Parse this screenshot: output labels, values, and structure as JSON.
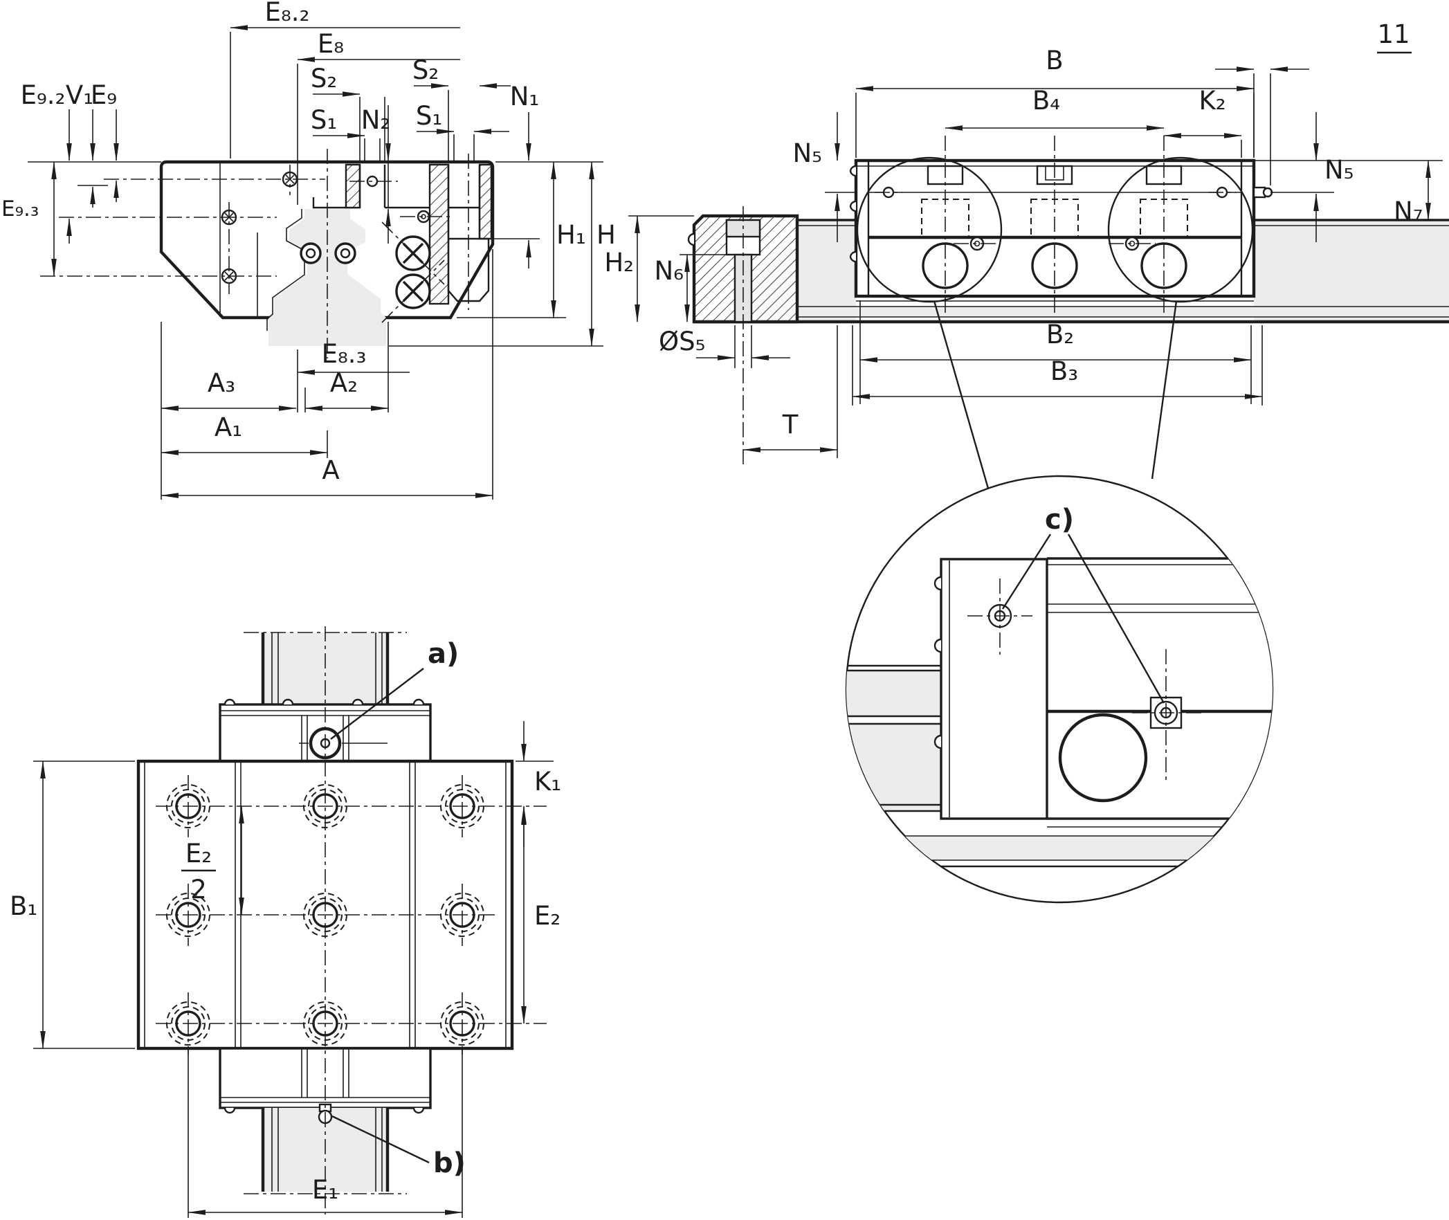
{
  "drawing": {
    "type": "engineering-dimensional-drawing",
    "subject": "linear guide runner block on rail (section view, side view, plan view, detail circle)",
    "line_color": "#1d1d1b",
    "fill_grey": "#ececec",
    "background": "#ffffff"
  },
  "section_view": {
    "e8_2": "E₈.₂",
    "e8": "E₈",
    "s2_left": "S₂",
    "s1_left": "S₁",
    "n2": "N₂",
    "s2_right": "S₂",
    "s1_right": "S₁",
    "n1": "N₁",
    "e9_2": "E₉.₂",
    "v1": "V₁",
    "e9": "E₉",
    "e9_3": "E₉.₃",
    "h1": "H₁",
    "h": "H",
    "e8_3": "E₈.₃",
    "a3": "A₃",
    "a2": "A₂",
    "a1": "A₁",
    "a": "A"
  },
  "side_view": {
    "b": "B",
    "b4": "B₄",
    "k2": "K₂",
    "eleven": "11",
    "n5_left": "N₅",
    "n5_right": "N₅",
    "n7": "N₇",
    "h2": "H₂",
    "n6": "N₆",
    "s5": "ØS₅",
    "b2": "B₂",
    "b3": "B₃",
    "t": "T"
  },
  "plan_view": {
    "b1": "B₁",
    "k1": "K₁",
    "e2": "E₂",
    "e2_half_num": "E₂",
    "e2_half_den": "2",
    "e1": "E₁",
    "callout_a": "a)",
    "callout_b": "b)"
  },
  "detail_view": {
    "callout_c": "c)"
  }
}
